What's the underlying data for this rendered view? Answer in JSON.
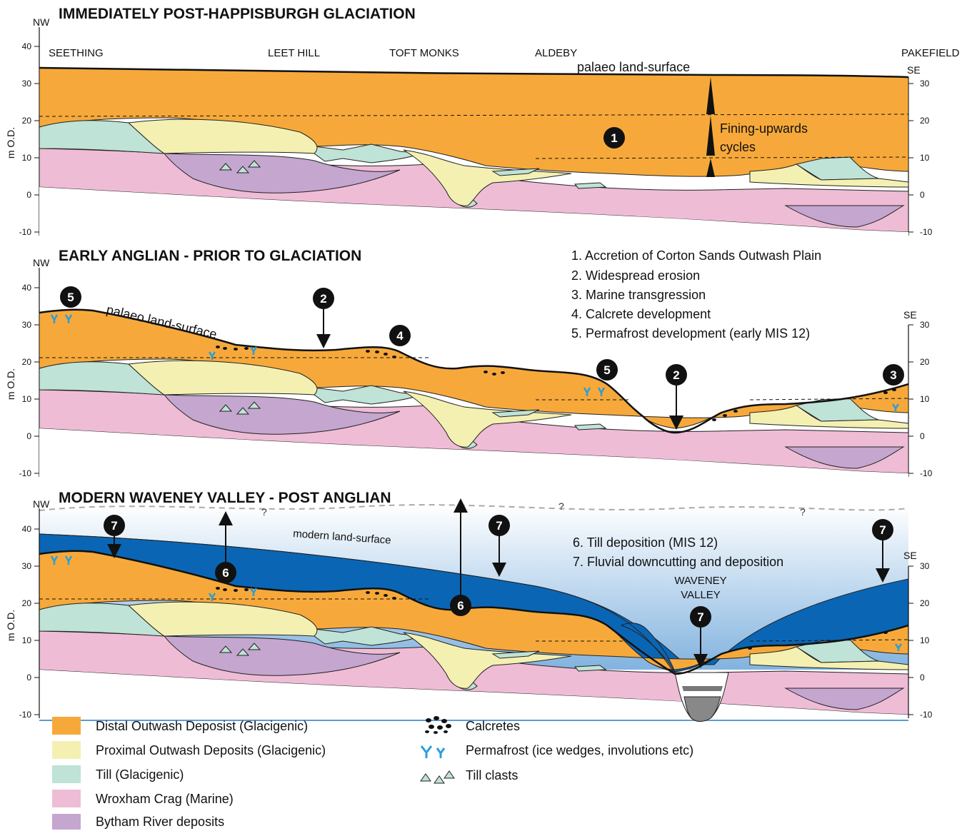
{
  "colors": {
    "distal": "#f6a93a",
    "proximal": "#f4f0b2",
    "till": "#bfe3d6",
    "wroxham": "#efbcd5",
    "bytham": "#c4a6cf",
    "modern_till": "#0a66b5",
    "sky": "#6aa6d8",
    "permafrost": "#2a9fd8"
  },
  "panel1": {
    "title": "IMMEDIATELY POST-HAPPISBURGH GLACIATION",
    "nw": "NW",
    "se": "SE",
    "ylabel": "m O.D.",
    "places": [
      "SEETHING",
      "LEET HILL",
      "TOFT MONKS",
      "ALDEBY",
      "PAKEFIELD"
    ],
    "surface_label": "palaeo land-surface",
    "cycles_label_1": "Fining-upwards",
    "cycles_label_2": "cycles",
    "left_ticks": [
      "40",
      "30",
      "20",
      "10",
      "0",
      "-10"
    ],
    "right_ticks": [
      "30",
      "20",
      "10",
      "0",
      "-10"
    ]
  },
  "panel2": {
    "title": "EARLY ANGLIAN - PRIOR TO GLACIATION",
    "nw": "NW",
    "se": "SE",
    "ylabel": "m O.D.",
    "surface_label": "palaeo land-surface",
    "notes": [
      "1. Accretion of Corton Sands Outwash Plain",
      "2. Widespread erosion",
      "3. Marine transgression",
      "4. Calcrete development",
      "5. Permafrost development (early MIS 12)"
    ],
    "left_ticks": [
      "40",
      "30",
      "20",
      "10",
      "0",
      "-10"
    ],
    "right_ticks": [
      "30",
      "20",
      "10",
      "0",
      "-10"
    ]
  },
  "panel3": {
    "title": "MODERN WAVENEY VALLEY - POST ANGLIAN",
    "nw": "NW",
    "se": "SE",
    "ylabel": "m O.D.",
    "surface_label": "modern land-surface",
    "notes": [
      "6. Till deposition (MIS 12)",
      "7. Fluvial downcutting and deposition"
    ],
    "valley_1": "WAVENEY",
    "valley_2": "VALLEY",
    "question": "?",
    "left_ticks": [
      "40",
      "30",
      "20",
      "10",
      "0",
      "-10"
    ],
    "right_ticks": [
      "30",
      "20",
      "10",
      "0",
      "-10"
    ]
  },
  "badges": {
    "b1": "1",
    "b2": "2",
    "b3": "3",
    "b4": "4",
    "b5": "5",
    "b6": "6",
    "b7": "7"
  },
  "legend": {
    "distal": "Distal Outwash Deposist (Glacigenic)",
    "proximal": "Proximal Outwash Deposits (Glacigenic)",
    "till": "Till (Glacigenic)",
    "wroxham": "Wroxham Crag (Marine)",
    "bytham": "Bytham River deposits",
    "calcretes": "Calcretes",
    "permafrost": "Permafrost (ice wedges, involutions etc)",
    "till_clasts": "Till clasts"
  }
}
